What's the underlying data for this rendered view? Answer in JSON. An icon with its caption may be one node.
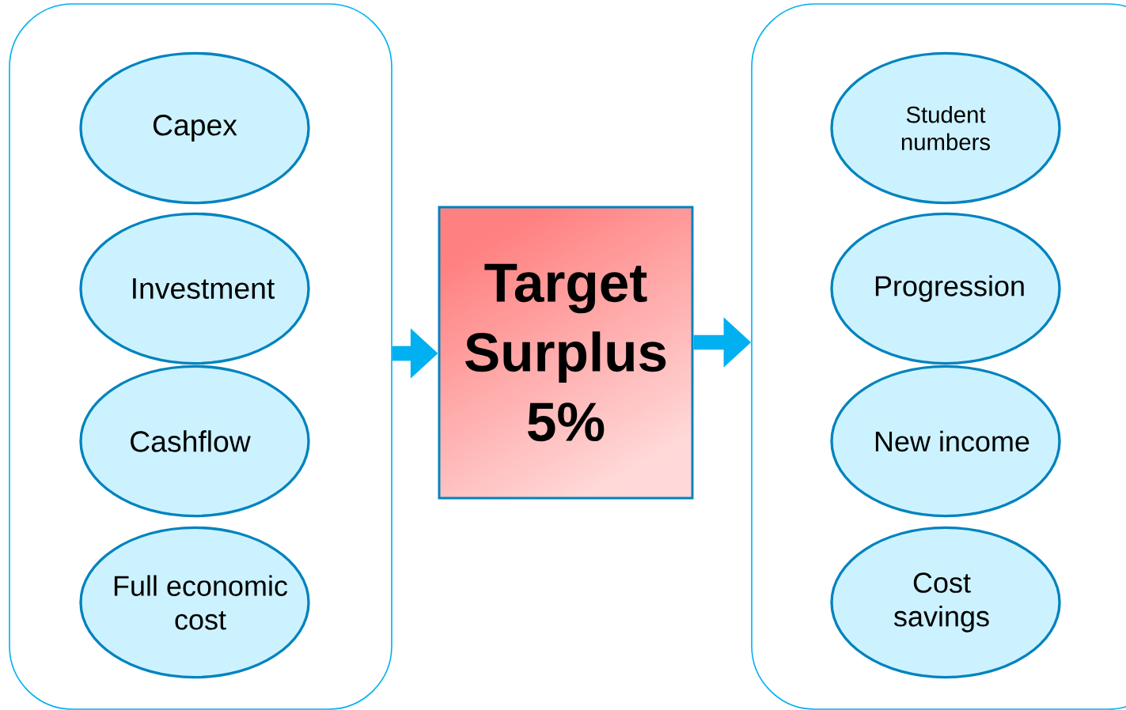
{
  "diagram": {
    "nodes": [
      {
        "text": [],
        "shape": "box"
      },
      {
        "text": [
          "Capex"
        ],
        "in": 0
      },
      {
        "text": [
          "Investment"
        ],
        "in": 0
      },
      {
        "text": [
          "Cashflow"
        ],
        "in": 0
      },
      {
        "text": [
          "Full economic cost"
        ],
        "in": 0
      },
      {
        "text": [
          "Target Surplus 5%"
        ]
      },
      {
        "text": [],
        "shape": "box"
      },
      {
        "text": [
          "Student numbers"
        ],
        "in": 6
      },
      {
        "text": [
          "Progression"
        ],
        "in": 6
      },
      {
        "text": [
          "New income"
        ],
        "in": 6
      },
      {
        "text": [
          "Cost savings"
        ],
        "in": 6
      }
    ],
    "edges": [
      {
        "from": 0,
        "to": 5,
        "arrow": "to"
      },
      {
        "from": 5,
        "to": 6,
        "arrow": "to"
      }
    ]
  }
}
